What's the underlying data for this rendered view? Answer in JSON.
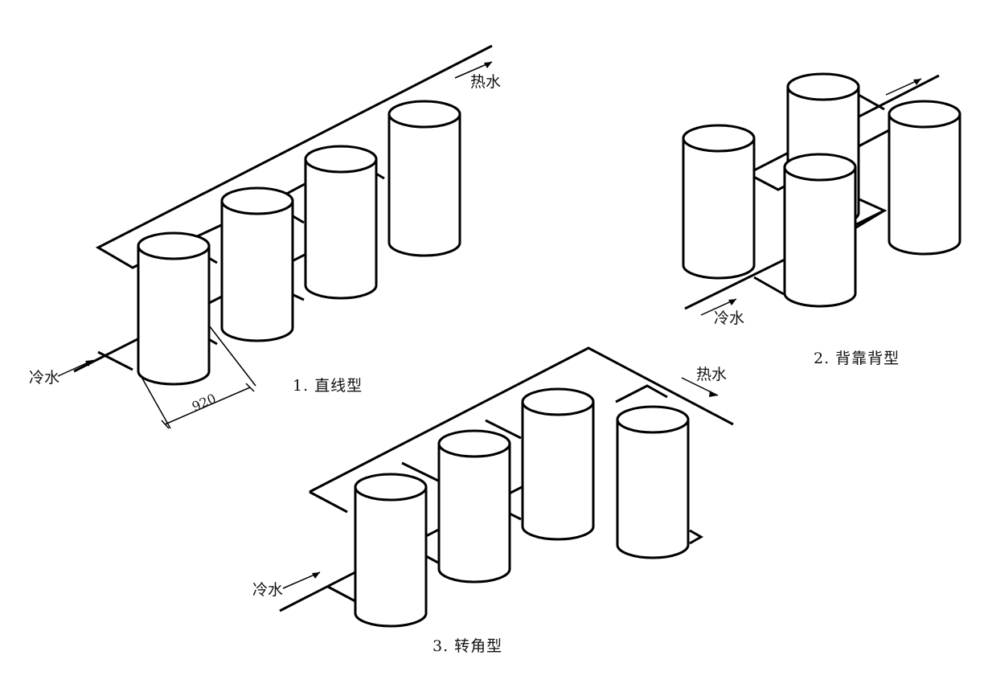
{
  "diagrams": [
    {
      "caption": "1. 直线型",
      "cold_label": "冷水",
      "hot_label": "热水",
      "dimension_label": "920"
    },
    {
      "caption": "2. 背靠背型",
      "cold_label": "冷水"
    },
    {
      "caption": "3. 转角型",
      "cold_label": "冷水",
      "hot_label": "热水"
    }
  ]
}
